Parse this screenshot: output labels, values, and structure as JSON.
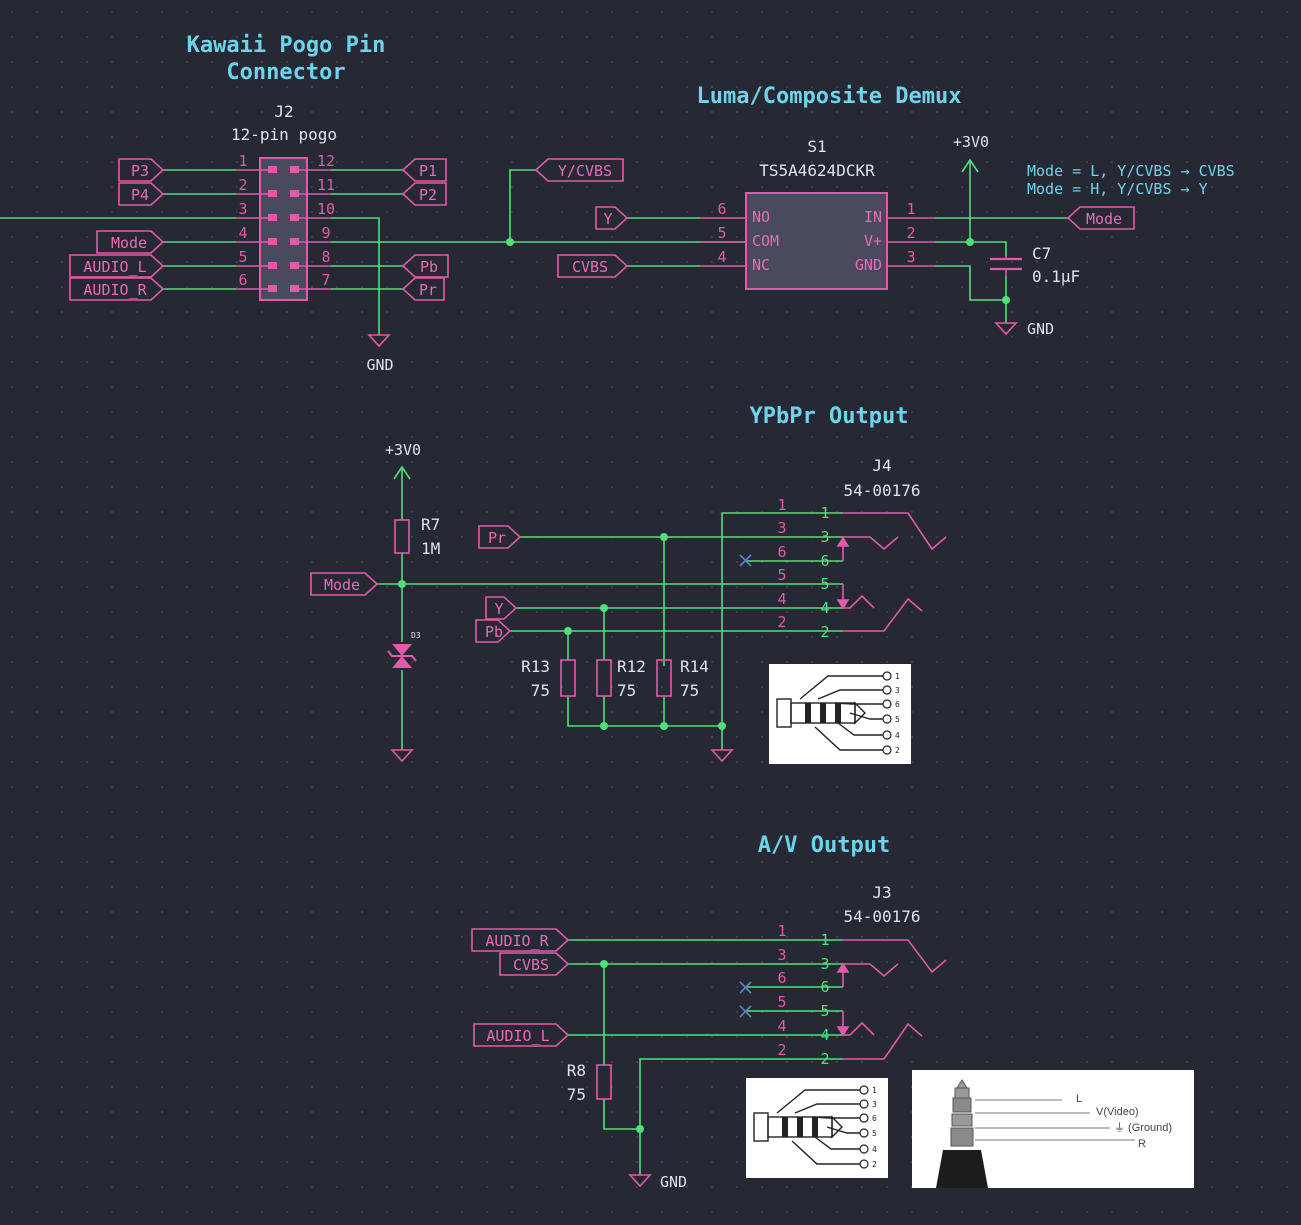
{
  "titles": {
    "pogo_line1": "Kawaii Pogo Pin",
    "pogo_line2": "Connector",
    "demux": "Luma/Composite Demux",
    "ypbpr": "YPbPr Output",
    "av": "A/V Output"
  },
  "j2": {
    "ref": "J2",
    "value": "12-pin pogo",
    "left_pins": [
      "1",
      "2",
      "3",
      "4",
      "5",
      "6"
    ],
    "right_pins": [
      "12",
      "11",
      "10",
      "9",
      "8",
      "7"
    ],
    "left_labels": [
      "P3",
      "P4",
      "Mode",
      "AUDIO_L",
      "AUDIO_R"
    ],
    "right_labels": [
      "P1",
      "P2",
      "Pb",
      "Pr"
    ]
  },
  "s1": {
    "ref": "S1",
    "value": "TS5A4624DCKR",
    "pins_left": [
      {
        "num": "6",
        "name": "NO"
      },
      {
        "num": "5",
        "name": "COM"
      },
      {
        "num": "4",
        "name": "NC"
      }
    ],
    "pins_right": [
      {
        "num": "1",
        "name": "IN"
      },
      {
        "num": "2",
        "name": "V+"
      },
      {
        "num": "3",
        "name": "GND"
      }
    ],
    "labels": {
      "ycvbs": "Y/CVBS",
      "y": "Y",
      "cvbs": "CVBS",
      "mode": "Mode"
    }
  },
  "c7": {
    "ref": "C7",
    "value": "0.1µF"
  },
  "power": {
    "v3": "+3V0",
    "gnd": "GND"
  },
  "notes": [
    "Mode = L, Y/CVBS → CVBS",
    "Mode = H, Y/CVBS → Y"
  ],
  "ypbpr_section": {
    "r7": {
      "ref": "R7",
      "value": "1M"
    },
    "d3": "D3",
    "r13": {
      "ref": "R13",
      "value": "75"
    },
    "r12": {
      "ref": "R12",
      "value": "75"
    },
    "r14": {
      "ref": "R14",
      "value": "75"
    },
    "labels": {
      "pr": "Pr",
      "mode": "Mode",
      "y": "Y",
      "pb": "Pb"
    },
    "j4": {
      "ref": "J4",
      "value": "54-00176"
    },
    "pins_outer": [
      "1",
      "3",
      "6",
      "5",
      "4",
      "2"
    ],
    "pins_inner": [
      "1",
      "3",
      "6",
      "5",
      "4",
      "2"
    ]
  },
  "av_section": {
    "labels": {
      "audio_r": "AUDIO_R",
      "cvbs": "CVBS",
      "audio_l": "AUDIO_L"
    },
    "r8": {
      "ref": "R8",
      "value": "75"
    },
    "j3": {
      "ref": "J3",
      "value": "54-00176"
    },
    "pins_outer": [
      "1",
      "3",
      "6",
      "5",
      "4",
      "2"
    ],
    "pins_inner": [
      "1",
      "3",
      "6",
      "5",
      "4",
      "2"
    ]
  },
  "jack_diagram_pins": [
    "1",
    "3",
    "6",
    "5",
    "4",
    "2"
  ],
  "plug_legend": {
    "l": "L",
    "v": "V(Video)",
    "g": "⏚ (Ground)",
    "r": "R"
  }
}
